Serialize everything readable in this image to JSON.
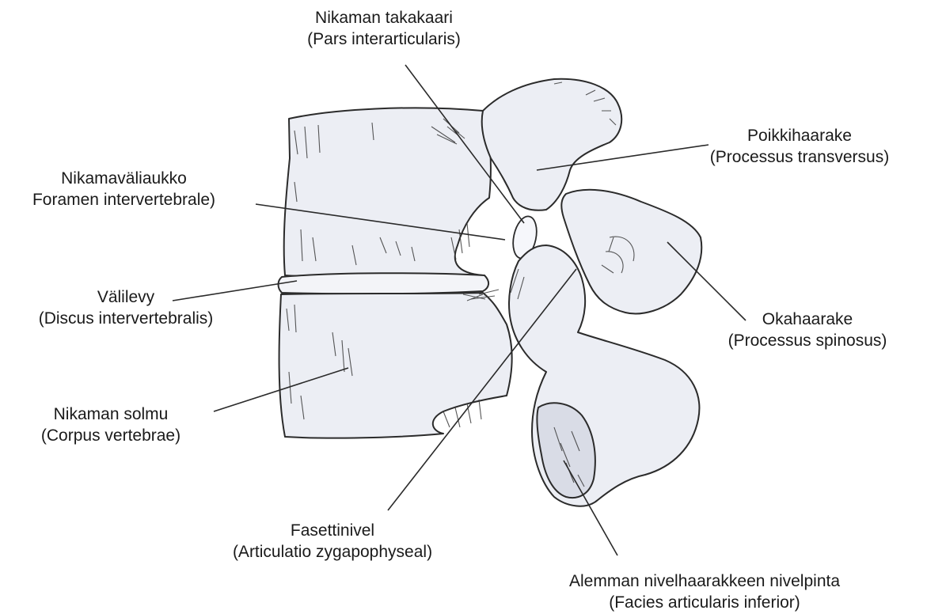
{
  "labels": {
    "pars": {
      "name": "Nikaman takakaari",
      "latin": "(Pars interarticularis)"
    },
    "transverse": {
      "name": "Poikkihaarake",
      "latin": "(Processus transversus)"
    },
    "foramen": {
      "name": "Nikamaväliaukko",
      "latin": "Foramen intervertebrale)"
    },
    "disc": {
      "name": "Välilevy",
      "latin": "(Discus intervertebralis)"
    },
    "spinous": {
      "name": "Okahaarake",
      "latin": "(Processus spinosus)"
    },
    "body": {
      "name": "Nikaman solmu",
      "latin": "(Corpus vertebrae)"
    },
    "facet": {
      "name": "Fasettinivel",
      "latin": "(Articulatio zygapophyseal)"
    },
    "inferior": {
      "name": "Alemman nivelhaarakkeen nivelpinta",
      "latin": "(Facies articularis inferior)"
    }
  },
  "colors": {
    "bone": "#eceef4",
    "ink": "#2b2b2b",
    "text": "#1a1a1a"
  }
}
